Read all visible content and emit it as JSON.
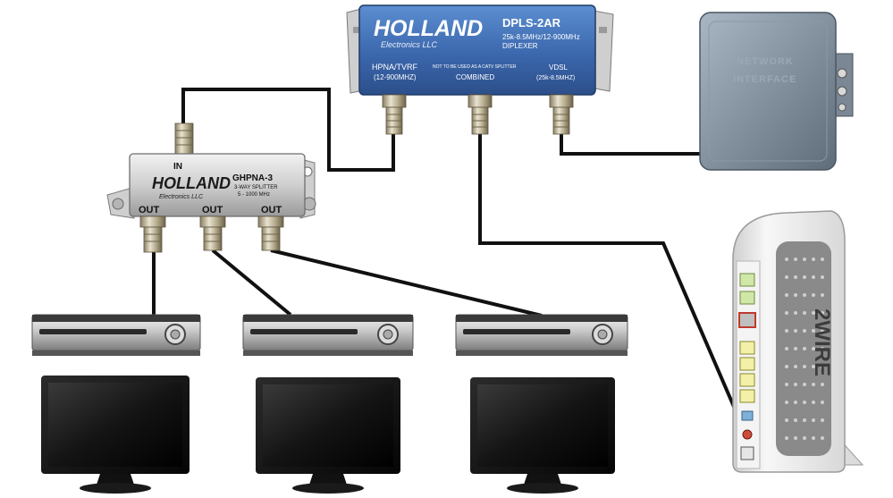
{
  "diplexer": {
    "brand": "HOLLAND",
    "brand_sub": "Electronics LLC",
    "model": "DPLS-2AR",
    "spec_line1": "25k-8.5MHz/12-900MHz",
    "spec_line2": "DIPLEXER",
    "port_left_line1": "HPNA/TVRF",
    "port_left_line2": "(12-900MHZ)",
    "warning": "NOT TO BE USED AS A CATV SPLITTER",
    "port_center": "COMBINED",
    "port_right_line1": "VDSL",
    "port_right_line2": "(25k-8.5MHZ)"
  },
  "splitter": {
    "brand": "HOLLAND",
    "brand_sub": "Electronics LLC",
    "model": "GHPNA-3",
    "spec_line1": "3-WAY SPLITTER",
    "spec_line2": "5 - 1000 MHz",
    "port_in": "IN",
    "port_out_1": "OUT",
    "port_out_2": "OUT",
    "port_out_3": "OUT"
  },
  "nid": {
    "line1": "NETWORK",
    "line2": "INTERFACE"
  },
  "gateway": {
    "brand": "2WIRE"
  },
  "colors": {
    "cable": "#111111",
    "diplexer_body": "#3f6fb3",
    "splitter_body": "#d9d9d9",
    "nid_body": "#7f8c99",
    "gateway_body": "#e9e9e9"
  }
}
